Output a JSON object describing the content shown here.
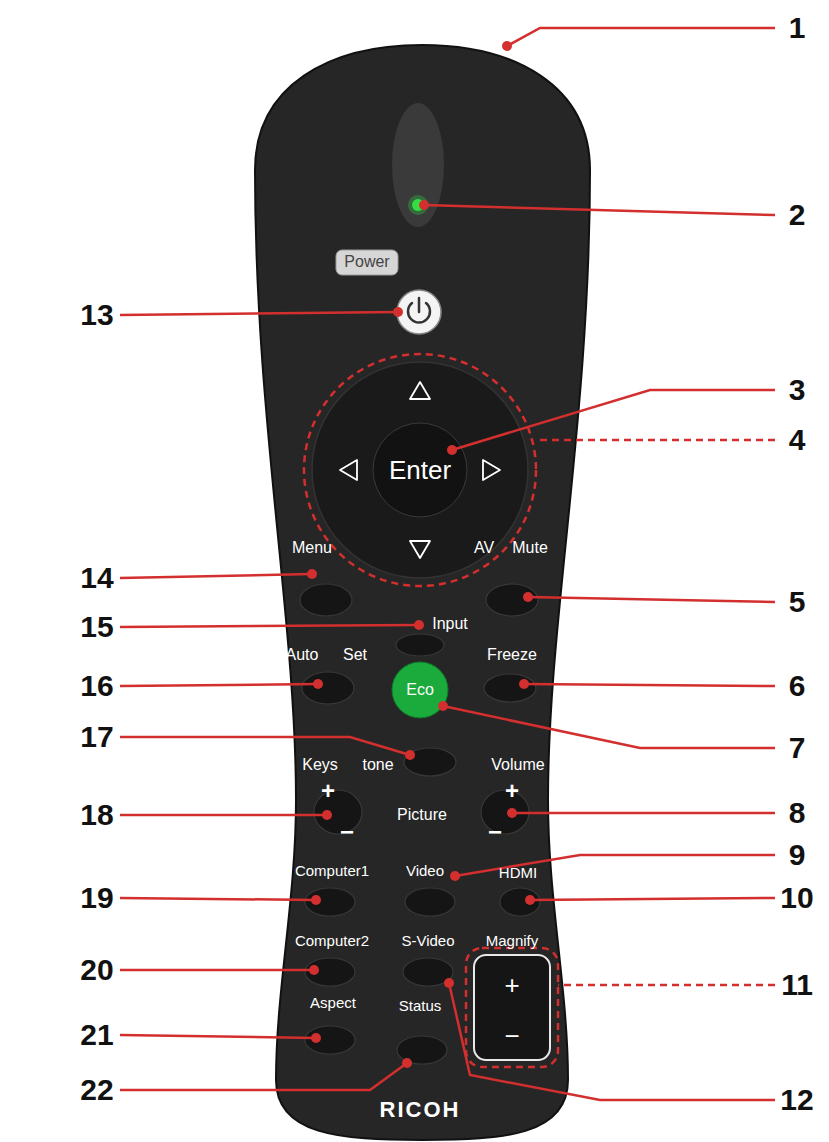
{
  "diagram": {
    "labels": [
      "1",
      "2",
      "3",
      "4",
      "5",
      "6",
      "7",
      "8",
      "9",
      "10",
      "11",
      "12",
      "13",
      "14",
      "15",
      "16",
      "17",
      "18",
      "19",
      "20",
      "21",
      "22",
      "Power",
      "Enter",
      "Menu",
      "AV",
      "Mute",
      "Input",
      "Auto",
      "Set",
      "Freeze",
      "Eco",
      "Keys",
      "tone",
      "Volume",
      "+",
      "−",
      "Picture",
      "+",
      "−",
      "Computer1",
      "Video",
      "HDMI",
      "Computer2",
      "S-Video",
      "Magnify",
      "+",
      "−",
      "Aspect",
      "Status",
      "RICOH"
    ]
  }
}
